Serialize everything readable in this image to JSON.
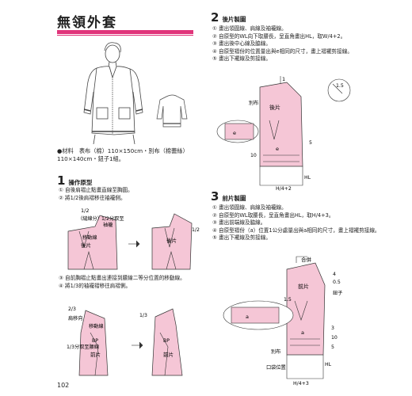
{
  "page_title": "無領外套",
  "page_number": "102",
  "materials": "●材料　表布（棉）110×150cm・別布（棉蕾絲）110×140cm・鈕子1組。",
  "section1": {
    "num": "1",
    "heading": "操作原型",
    "steps": [
      "① 自後肩褶止點畫直線至胸圍。",
      "② 將1/2後肩褶移往袖襱側。",
      "③ 自前胸褶止點畫出連接到腰線二等分位置的移動線。",
      "④ 將1/3的袖襱褶移往肩褶側。"
    ],
    "labels": {
      "half": "1/2",
      "back_neck_sep": "（縫線分）",
      "half_a": "1/2分取至",
      "half_b": "袖襱",
      "move_line": "移動線",
      "back": "後片",
      "front": "前片",
      "two_thirds": "2/3",
      "one_third": "1/3",
      "move_dir": "肩移向",
      "move2": "移動線",
      "bp": "BP",
      "third_wl": "1/3分取至腰線"
    }
  },
  "section2": {
    "num": "2",
    "heading": "後片製圖",
    "steps": [
      "① 畫出領圍線、肩線及袖襱線。",
      "② 自原型的WL向下取腰長，呈直角畫出HL，取W/4+2。",
      "③ 畫出後中心線及脇線。",
      "④ 自原型褶份的位置量出與e相同的尺寸，畫上褶襬剪接線。",
      "⑤ 畫出下襬線及剪接線。"
    ],
    "labels": {
      "one": "1",
      "back": "後片",
      "cloth": "別布",
      "v15": "1.5",
      "e": "e",
      "v10": "10",
      "v5": "5",
      "hl": "HL",
      "f": "H/4+2"
    }
  },
  "section3": {
    "num": "3",
    "heading": "前片製圖",
    "steps": [
      "① 畫出領圍線、肩線及袖襱線。",
      "② 自原型的WL取腰長，呈直角畫出HL，取H/4+3。",
      "③ 畫出前端線及脇線。",
      "④ 自原型褶份（a）位置1公分處量出與a相同的尺寸，畫上褶襬剪接線。",
      "⑤ 畫出下襬線及剪接線。"
    ],
    "labels": {
      "together": "合併",
      "front": "前片",
      "v4": "4",
      "v05": "0.5",
      "button": "鈕子",
      "v15": "1.5",
      "a": "a",
      "v3": "3",
      "v10": "10",
      "v5": "5",
      "hl": "HL",
      "cloth": "別布",
      "pocket_pos": "口袋位置",
      "f": "H/4+3"
    }
  },
  "colors": {
    "accent": "#e0347a",
    "pink_fill": "#f5c6d6",
    "line": "#333333"
  }
}
